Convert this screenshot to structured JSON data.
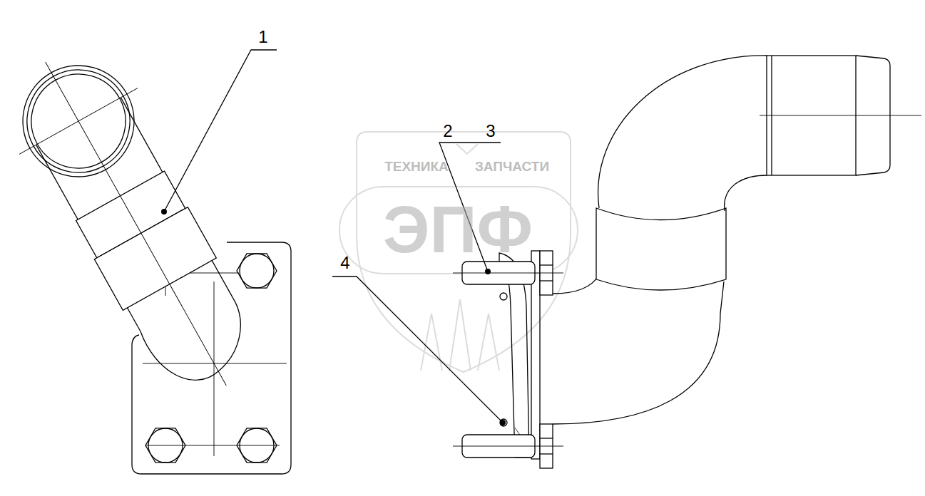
{
  "diagram": {
    "labels": [
      "1",
      "2",
      "3",
      "4",
      "ТЕХНИКА",
      "ЗАПЧАСТИ",
      "ЭПФ"
    ]
  }
}
